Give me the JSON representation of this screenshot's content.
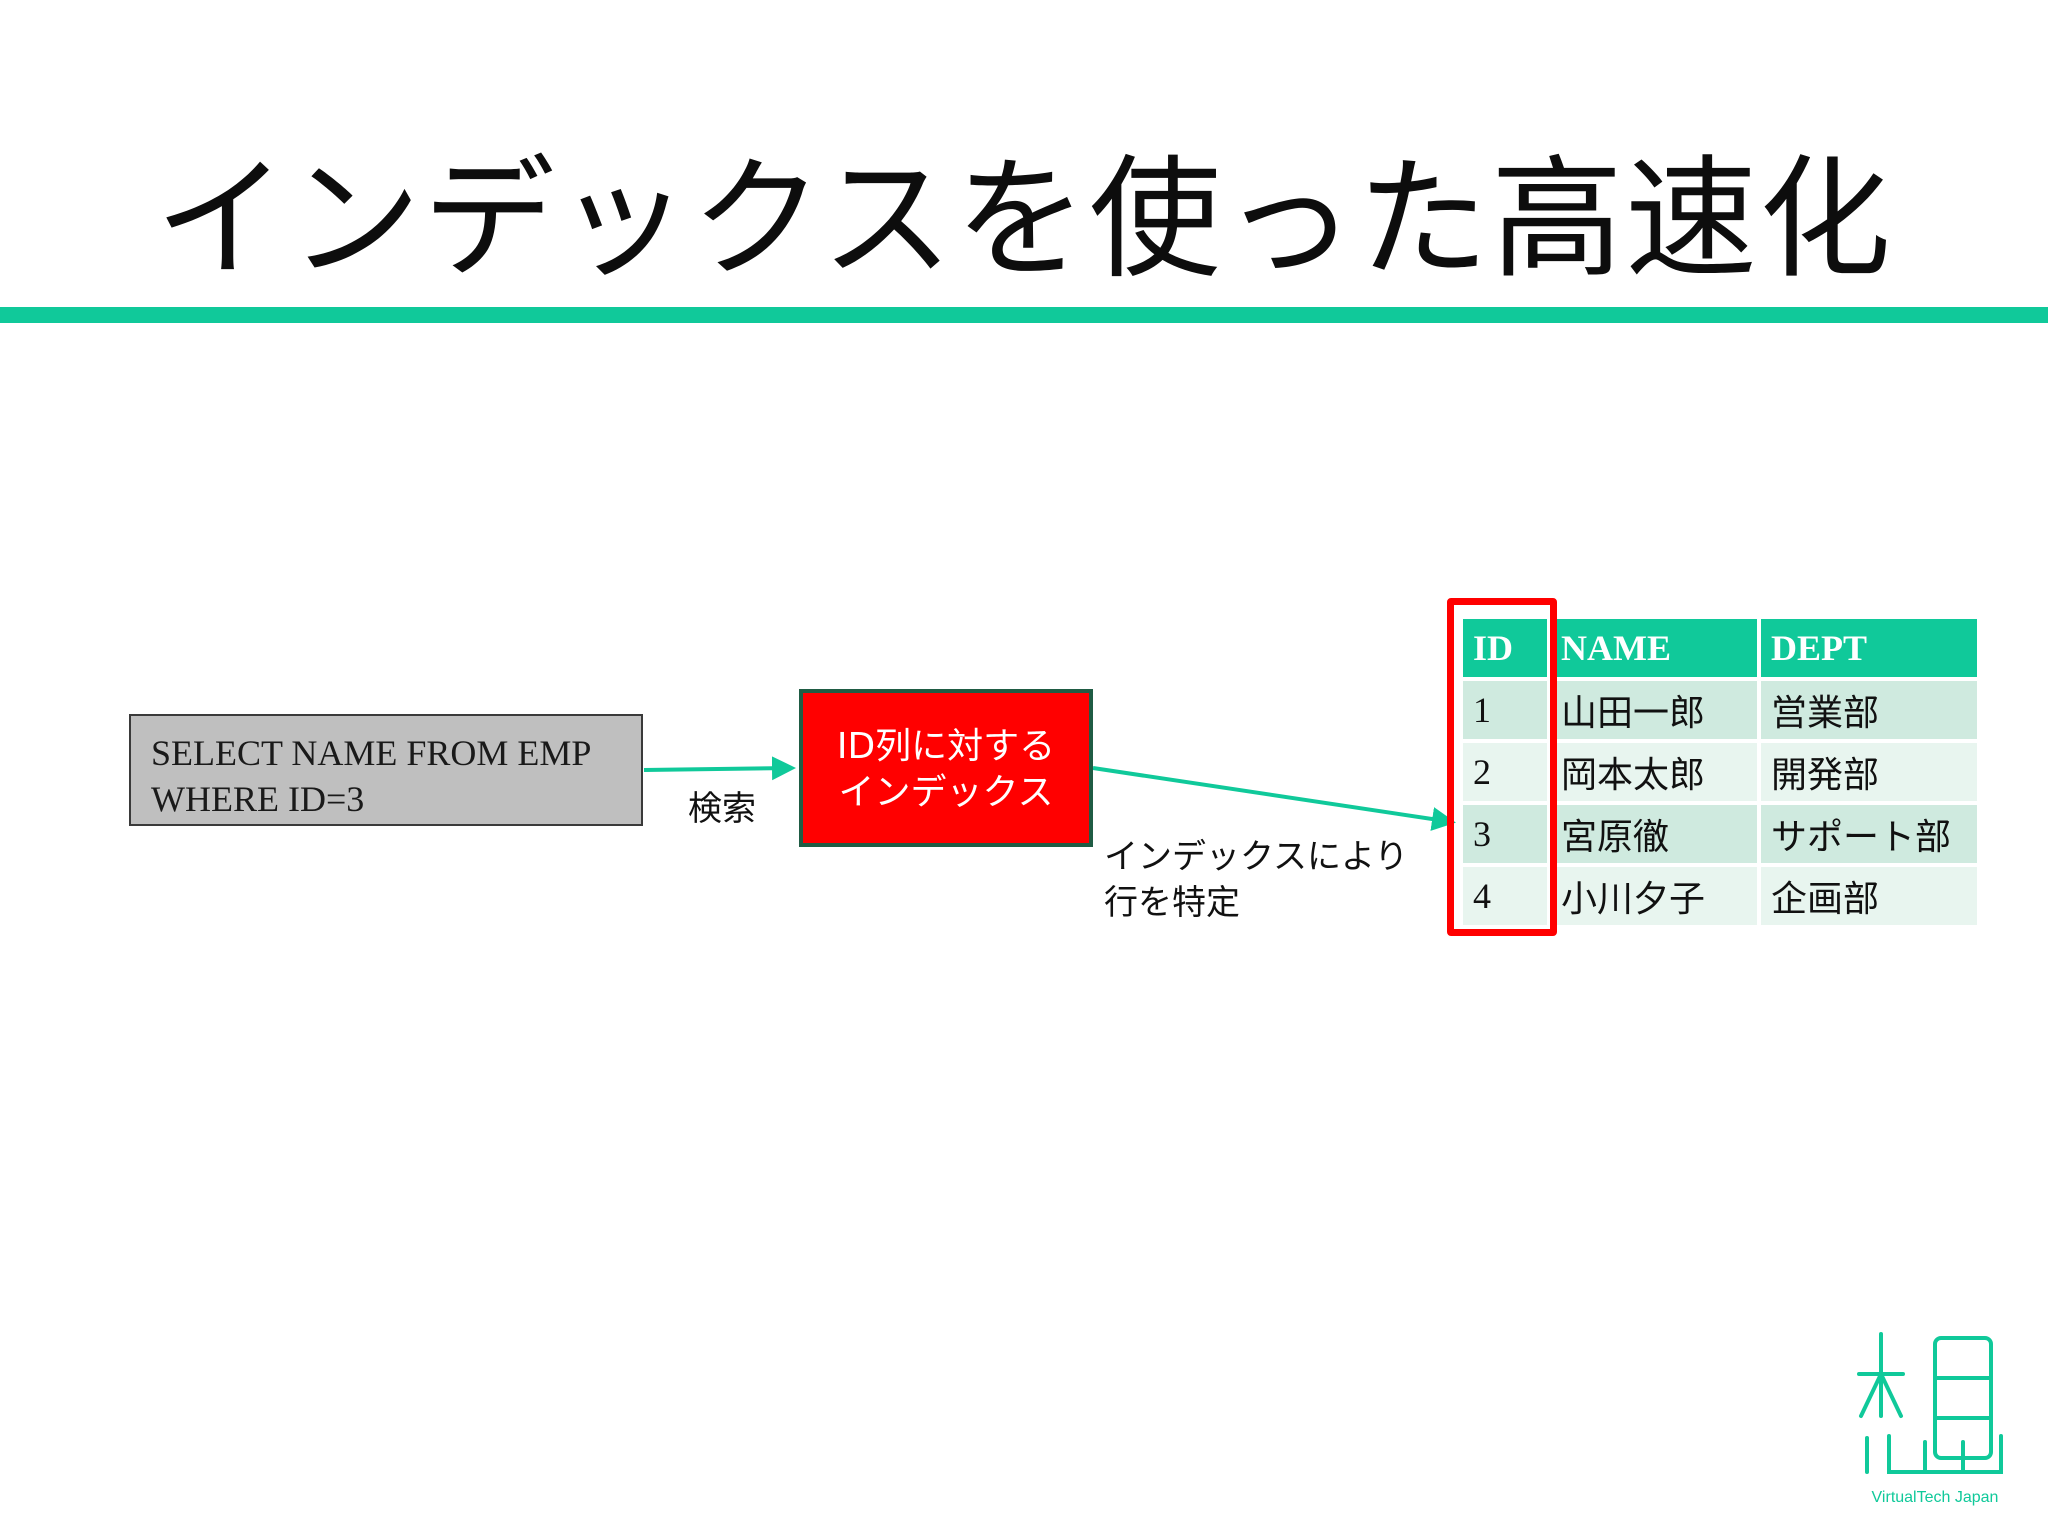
{
  "slide": {
    "title": "インデックスを使った高速化",
    "accent_color": "#10c99a"
  },
  "query_box": {
    "lines": [
      "SELECT NAME FROM EMP",
      "WHERE ID=3"
    ]
  },
  "search_label": "検索",
  "index_box": {
    "lines": [
      "ID列に対する",
      "インデックス"
    ],
    "color": "#ff0000"
  },
  "locate_label": {
    "lines": [
      "インデックスにより",
      "行を特定"
    ]
  },
  "table": {
    "headers": [
      "ID",
      "NAME",
      "DEPT"
    ],
    "rows": [
      [
        "1",
        "山田一郎",
        "営業部"
      ],
      [
        "2",
        "岡本太郎",
        "開発部"
      ],
      [
        "3",
        "宮原徹",
        "サポート部"
      ],
      [
        "4",
        "小川夕子",
        "企画部"
      ]
    ],
    "highlighted_column": "ID"
  },
  "logo": {
    "text": "VirtualTech Japan",
    "icon": "vtj-logo-icon"
  }
}
